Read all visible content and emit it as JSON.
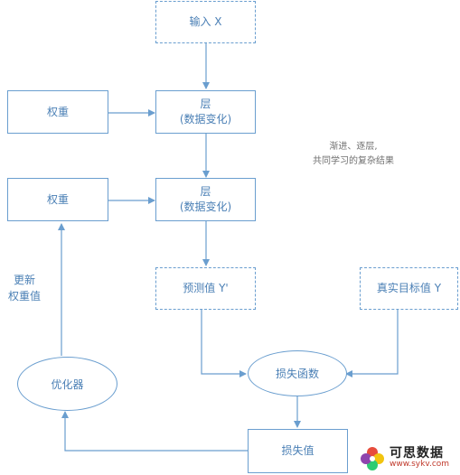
{
  "nodes": {
    "input_x": "输入 X",
    "weight_1": "权重",
    "layer_1_title": "层",
    "layer_1_sub": "(数据变化)",
    "weight_2": "权重",
    "layer_2_title": "层",
    "layer_2_sub": "(数据变化)",
    "prediction": "预测值 Y'",
    "true_target": "真实目标值 Y",
    "loss_function": "损失函数",
    "optimizer": "优化器",
    "loss_value": "损失值"
  },
  "annotations": {
    "note_line1": "渐进、逐层,",
    "note_line2": "共同学习的复杂结果",
    "update_line1": "更新",
    "update_line2": "权重值"
  },
  "watermark": {
    "name": "可思数据",
    "url": "www.sykv.com"
  },
  "colors": {
    "stroke": "#6a9ecf",
    "text": "#4a7fb5"
  }
}
